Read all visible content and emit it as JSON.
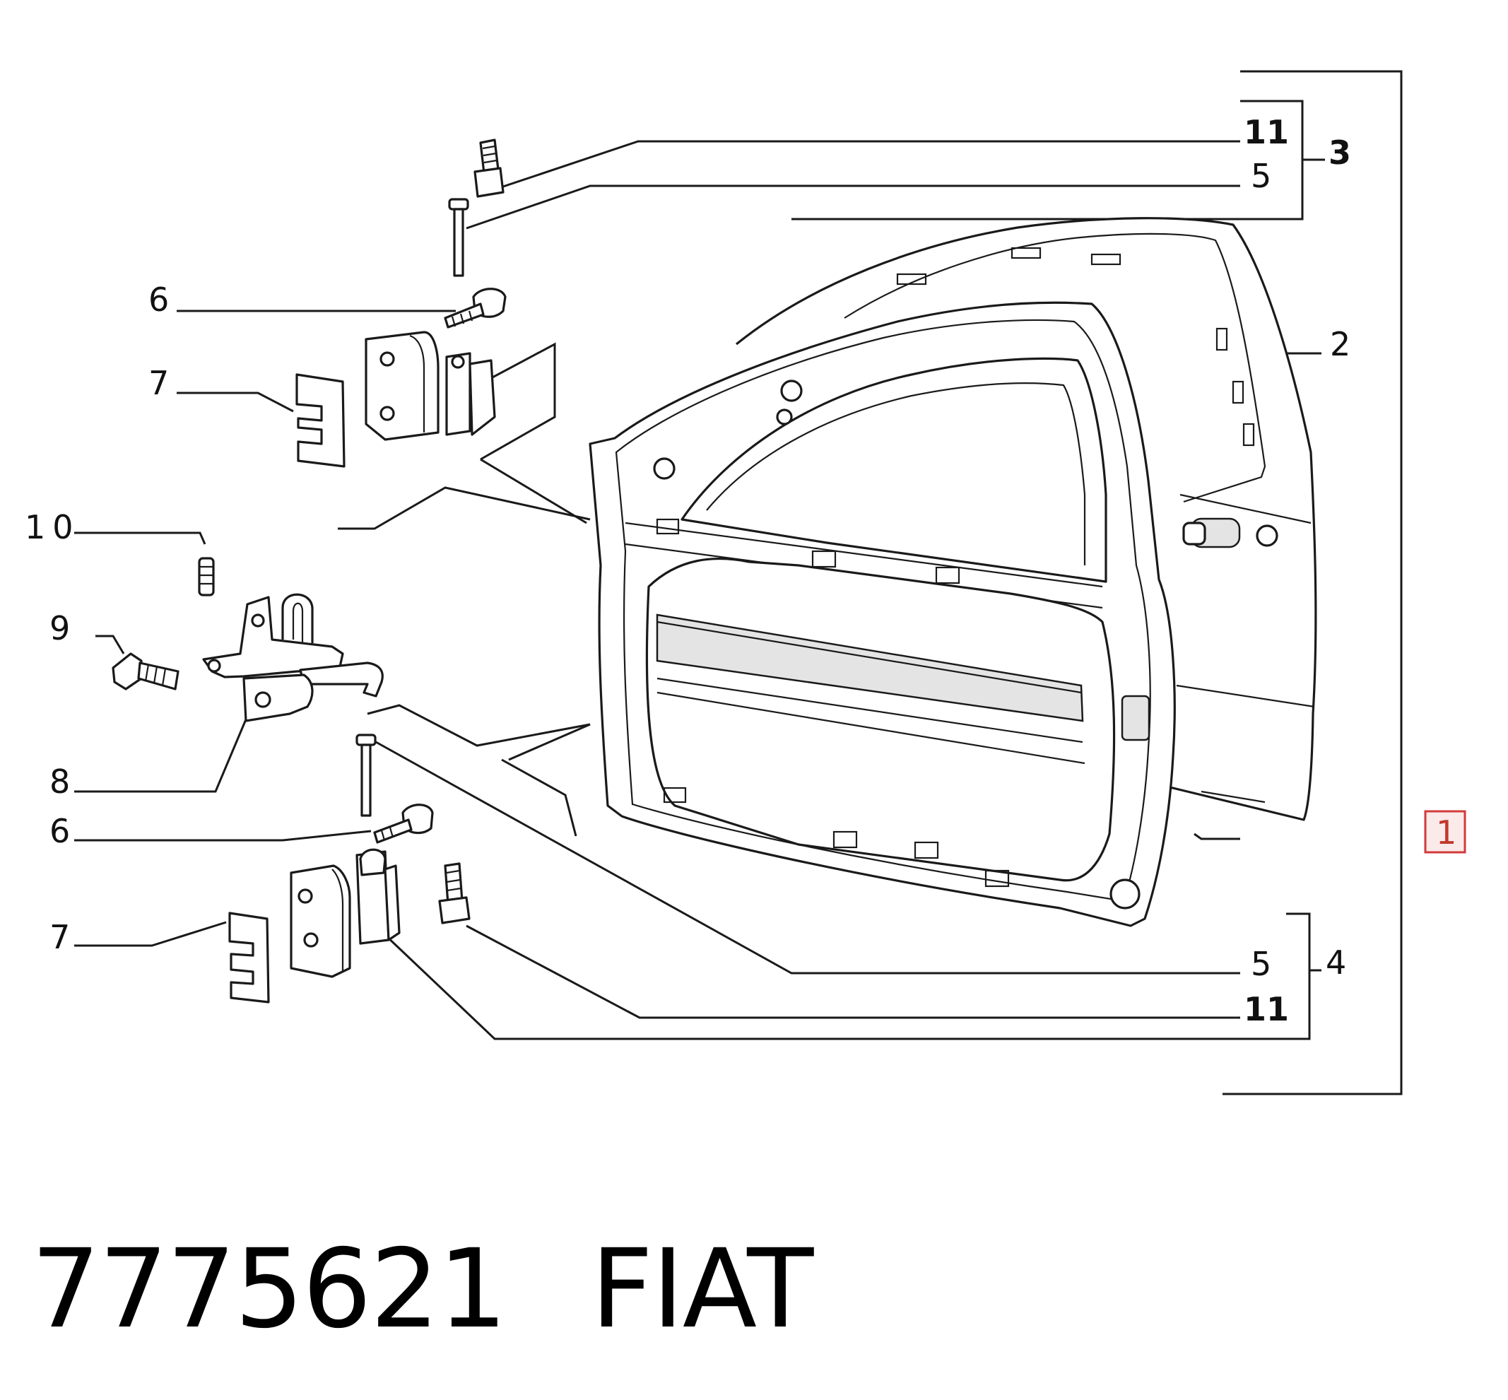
{
  "callouts": {
    "c11_top": "11",
    "c5_top": "5",
    "c3": "3",
    "c2": "2",
    "c6_top": "6",
    "c7_top": "7",
    "c10": "10",
    "c9": "9",
    "c8": "8",
    "c6_bottom": "6",
    "c7_bottom": "7",
    "c1": "1",
    "c5_bottom": "5",
    "c4": "4",
    "c11_bottom": "11"
  },
  "caption": {
    "part_number": "7775621",
    "brand": "FIAT"
  },
  "colors": {
    "line": "#1a1a1a",
    "highlight_border": "#d23a3a",
    "highlight_fill": "#fbeaea"
  }
}
